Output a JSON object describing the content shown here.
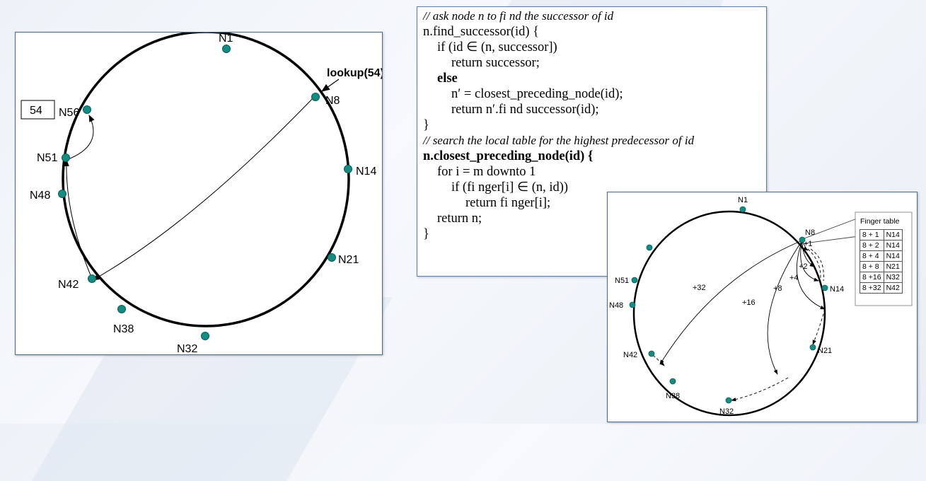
{
  "ring_left": {
    "nodes": [
      "N1",
      "N8",
      "N14",
      "N21",
      "N32",
      "N38",
      "N42",
      "N48",
      "N51",
      "N56"
    ],
    "lookup_label": "lookup(54)",
    "key_box": "54"
  },
  "code": {
    "lines": [
      "// ask node n to fi nd the successor of id",
      "n.find_successor(id) {",
      "if (id ∈ (n, successor])",
      "return successor;",
      "else",
      "n′ = closest_preceding_node(id);",
      "return n′.fi nd successor(id);",
      "}",
      "// search the local table for the highest predecessor of id",
      "n.closest_preceding_node(id) {",
      "for i = m downto 1",
      "if (fi nger[i] ∈ (n, id))",
      "return fi nger[i];",
      "return n;",
      "}"
    ]
  },
  "ring_right": {
    "nodes": [
      "N1",
      "N8",
      "N14",
      "N21",
      "N32",
      "N38",
      "N42",
      "N48",
      "N51"
    ],
    "hop_labels": [
      "+1",
      "+2",
      "+4",
      "+8",
      "+16",
      "+32"
    ],
    "finger_table": {
      "title": "Finger table",
      "rows": [
        [
          "8 + 1",
          "N14"
        ],
        [
          "8 + 2",
          "N14"
        ],
        [
          "8 + 4",
          "N14"
        ],
        [
          "8 + 8",
          "N21"
        ],
        [
          "8 +16",
          "N32"
        ],
        [
          "8 +32",
          "N42"
        ]
      ]
    }
  },
  "colors": {
    "node": "#138c83",
    "frame": "#4a6a8a",
    "title": "#1f4f8f"
  }
}
